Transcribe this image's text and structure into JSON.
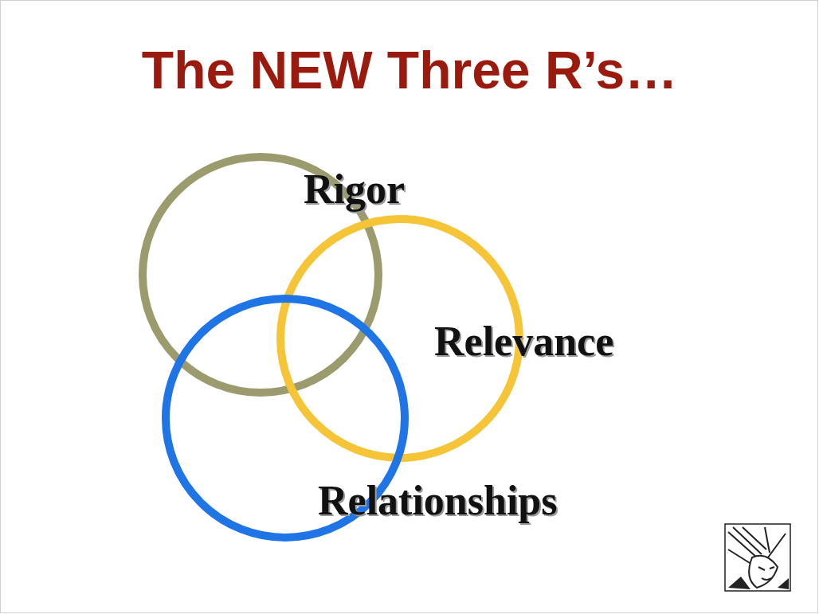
{
  "diagram": {
    "title": "The NEW Three R’s…",
    "nodes": [
      {
        "text": [
          "Rigor"
        ]
      },
      {
        "text": [
          "Relevance"
        ]
      },
      {
        "text": [
          "Relationships"
        ]
      }
    ]
  }
}
